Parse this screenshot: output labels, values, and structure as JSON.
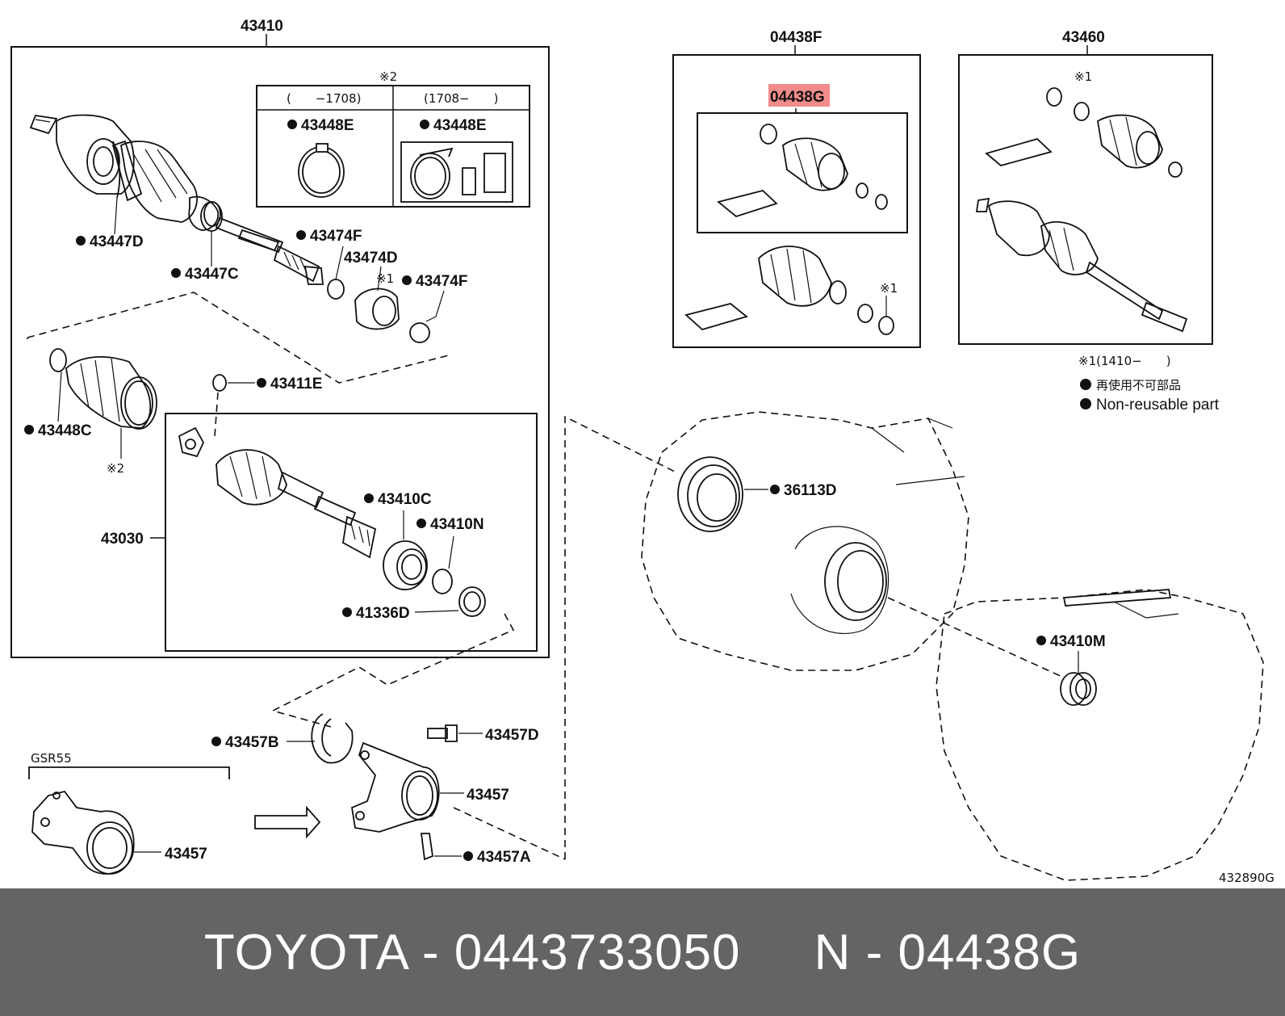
{
  "diagram": {
    "assembly_label": "43410",
    "kit_label": "04438F",
    "highlight_label": "04438G",
    "shaft_label": "43460",
    "variant_left": "(　　−1708)",
    "variant_right": "(1708−　　)",
    "note2_mark": "※2",
    "note1_mark": "※1",
    "note1_text": "※1(1410−　　)",
    "legend_jp": "再使用不可部品",
    "legend_en": "Non-reusable part",
    "model_label": "GSR55",
    "figure_code": "432890G",
    "callouts": {
      "p43448E_a": "43448E",
      "p43448E_b": "43448E",
      "p43447D": "43447D",
      "p43447C": "43447C",
      "p43474F_a": "43474F",
      "p43474D": "43474D",
      "p43474F_b": "43474F",
      "p43411E": "43411E",
      "p43448C": "43448C",
      "p43030": "43030",
      "p43410C": "43410C",
      "p43410N": "43410N",
      "p41336D": "41336D",
      "p36113D": "36113D",
      "p43410M": "43410M",
      "p43457B": "43457B",
      "p43457D": "43457D",
      "p43457_a": "43457",
      "p43457_b": "43457",
      "p43457A": "43457A"
    }
  },
  "colors": {
    "highlight": "#f28b8b",
    "footer_bg": "#646464",
    "footer_text": "#ffffff"
  },
  "footer": {
    "text": "TOYOTA - 0443733050     N - 04438G"
  }
}
